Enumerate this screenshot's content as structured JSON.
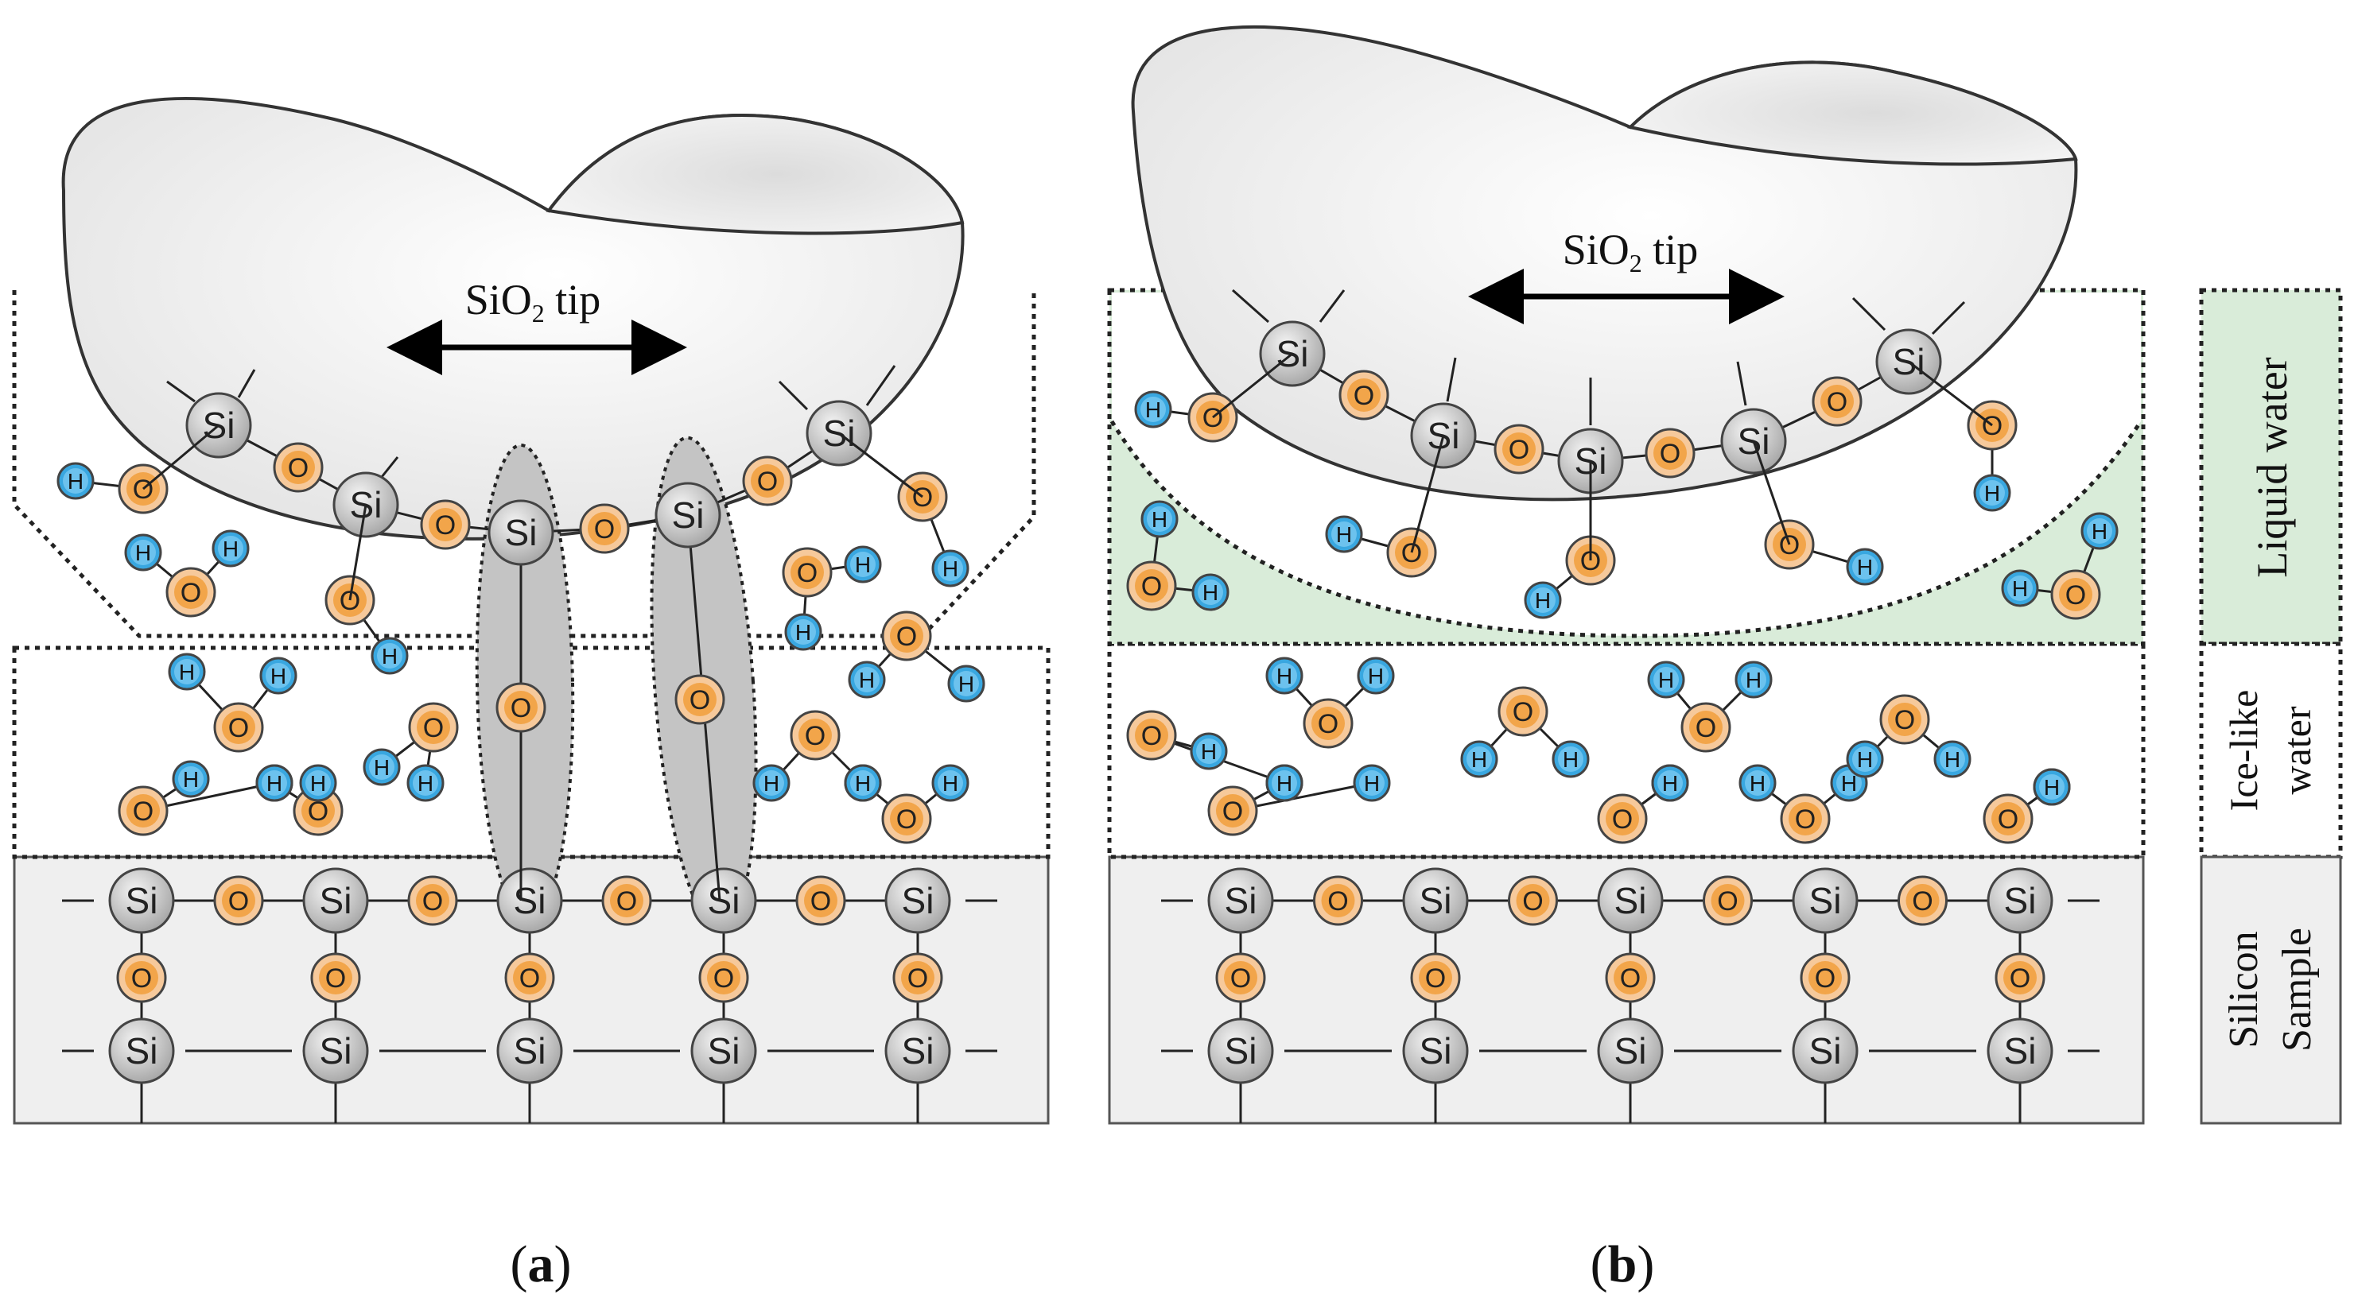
{
  "panels": [
    {
      "id": "a",
      "caption_open": "(",
      "caption_letter": "a",
      "caption_close": ")",
      "tip_label_main": "SiO",
      "tip_label_sub": "2",
      "tip_label_rest": " tip"
    },
    {
      "id": "b",
      "caption_open": "(",
      "caption_letter": "b",
      "caption_close": ")",
      "tip_label_main": "SiO",
      "tip_label_sub": "2",
      "tip_label_rest": " tip"
    }
  ],
  "atoms": {
    "silicon": "Si",
    "oxygen": "O",
    "hydrogen": "H"
  },
  "legend": {
    "liquid_water": "Liquid water",
    "ice_like_line1": "Ice-like",
    "ice_like_line2": "water",
    "sample_line1": "Silicon",
    "sample_line2": "Sample"
  },
  "colors": {
    "silicon_fill": "#c8c8c8",
    "oxygen_fill": "#f2a54a",
    "hydrogen_fill": "#39a7e0",
    "liquid_water_fill": "#d9ecd9",
    "sample_fill": "#efefef",
    "bridge_fill": "#c4c4c4",
    "tip_fill": "#eeeeee"
  }
}
